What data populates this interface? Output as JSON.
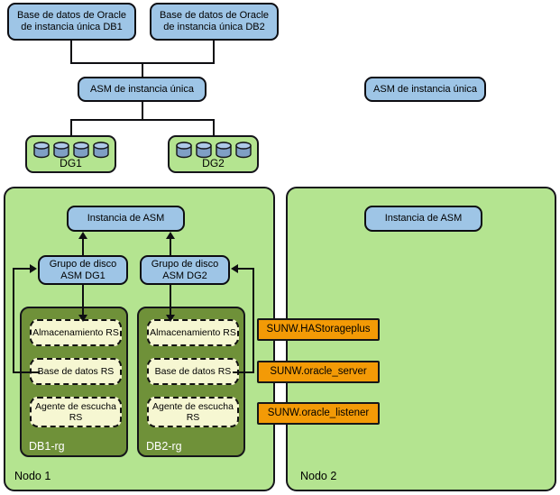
{
  "top_section": {
    "databases": [
      {
        "label": "Base de datos de Oracle de instancia única DB1"
      },
      {
        "label": "Base de datos de Oracle de instancia única DB2"
      }
    ],
    "asm_single_instance_left": "ASM de instancia única",
    "asm_single_instance_right": "ASM de instancia única",
    "disk_groups": [
      {
        "label": "DG1",
        "disk_count": 4
      },
      {
        "label": "DG2",
        "disk_count": 4
      }
    ]
  },
  "nodes": [
    {
      "label": "Nodo 1",
      "asm_instance": "Instancia de ASM",
      "disk_groups": [
        {
          "label": "Grupo de disco ASM DG1"
        },
        {
          "label": "Grupo de disco ASM DG2"
        }
      ],
      "resource_groups": [
        {
          "label": "DB1-rg",
          "resources": [
            "Almacenamiento RS",
            "Base de datos RS",
            "Agente de escucha RS"
          ]
        },
        {
          "label": "DB2-rg",
          "resources": [
            "Almacenamiento RS",
            "Base de datos RS",
            "Agente de escucha RS"
          ]
        }
      ]
    },
    {
      "label": "Nodo 2",
      "asm_instance": "Instancia de ASM"
    }
  ],
  "resource_types": [
    {
      "label": "SUNW.HAStorageplus"
    },
    {
      "label": "SUNW.oracle_server"
    },
    {
      "label": "SUNW.oracle_listener"
    }
  ],
  "colors": {
    "blue_fill": "#9ec5e6",
    "panel_green": "#b4e490",
    "rg_dark_green": "#6f9139",
    "rs_cream": "#f6f7d2",
    "orange": "#f39a06",
    "stroke": "#0e0e12",
    "disk_top": "#aec9e8",
    "disk_body": "#7f9fc4"
  }
}
